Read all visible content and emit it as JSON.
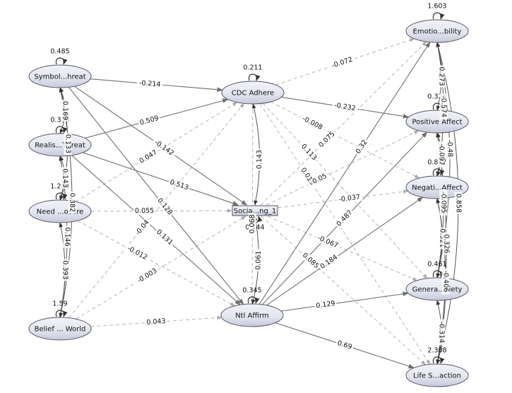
{
  "nodes": [
    {
      "id": "symbolic",
      "label": "Symbol...hreat",
      "variance": "0.485"
    },
    {
      "id": "realistic",
      "label": "Realis...Threat",
      "variance": "0.354"
    },
    {
      "id": "need",
      "label": "Need ...osure",
      "variance": "1.208"
    },
    {
      "id": "belief",
      "label": "Belief ... World",
      "variance": "1.59"
    },
    {
      "id": "cdc",
      "label": "CDC Adhere",
      "variance": "0.211"
    },
    {
      "id": "social",
      "label": "Socia...ng_1",
      "variance": "0.544"
    },
    {
      "id": "ntl",
      "label": "Ntl Affirm",
      "variance": "0.345"
    },
    {
      "id": "emotion",
      "label": "Emotio...bility",
      "variance": "1.603"
    },
    {
      "id": "positive",
      "label": "Positive Affect",
      "variance": "0.324"
    },
    {
      "id": "negative",
      "label": "Negati...Affect",
      "variance": "0.817"
    },
    {
      "id": "anxiety",
      "label": "Genera...xiety",
      "variance": "0.461"
    },
    {
      "id": "life",
      "label": "Life S...action",
      "variance": "2.308"
    }
  ],
  "edges": [
    {
      "from": "symbolic",
      "to": "cdc",
      "value": "-0.214",
      "style": "solid"
    },
    {
      "from": "realistic",
      "to": "cdc",
      "value": "0.509",
      "style": "solid"
    },
    {
      "from": "need",
      "to": "cdc",
      "value": "0.047",
      "style": "dashed"
    },
    {
      "from": "belief",
      "to": "cdc",
      "value": "-0.04",
      "style": "dashed"
    },
    {
      "from": "symbolic",
      "to": "social",
      "value": "-0.142",
      "style": "solid"
    },
    {
      "from": "realistic",
      "to": "social",
      "value": "0.513",
      "style": "solid"
    },
    {
      "from": "need",
      "to": "social",
      "value": "0.055",
      "style": "dashed"
    },
    {
      "from": "belief",
      "to": "social",
      "value": "-0.003",
      "style": "dashed"
    },
    {
      "from": "symbolic",
      "to": "ntl",
      "value": "0.128",
      "style": "solid"
    },
    {
      "from": "realistic",
      "to": "ntl",
      "value": "0.131",
      "style": "solid"
    },
    {
      "from": "need",
      "to": "ntl",
      "value": "-0.012",
      "style": "dashed"
    },
    {
      "from": "belief",
      "to": "ntl",
      "value": "0.043",
      "style": "dashed"
    },
    {
      "from": "cdc",
      "to": "emotion",
      "value": "-0.072",
      "style": "dashed"
    },
    {
      "from": "cdc",
      "to": "positive",
      "value": "-0.232",
      "style": "solid"
    },
    {
      "from": "cdc",
      "to": "negative",
      "value": "-0.008",
      "style": "dashed"
    },
    {
      "from": "cdc",
      "to": "anxiety",
      "value": "0.113",
      "style": "dashed"
    },
    {
      "from": "cdc",
      "to": "life",
      "value": "0.019",
      "style": "dashed"
    },
    {
      "from": "social",
      "to": "emotion",
      "value": "0.075",
      "style": "dashed"
    },
    {
      "from": "social",
      "to": "positive",
      "value": "0.05",
      "style": "dashed"
    },
    {
      "from": "social",
      "to": "negative",
      "value": "-0.037",
      "style": "dashed"
    },
    {
      "from": "social",
      "to": "anxiety",
      "value": "-0.067",
      "style": "dashed"
    },
    {
      "from": "social",
      "to": "life",
      "value": "0.085",
      "style": "dashed"
    },
    {
      "from": "ntl",
      "to": "emotion",
      "value": "0.32",
      "style": "solid"
    },
    {
      "from": "ntl",
      "to": "positive",
      "value": "0.487",
      "style": "solid"
    },
    {
      "from": "ntl",
      "to": "negative",
      "value": "0.184",
      "style": "solid"
    },
    {
      "from": "ntl",
      "to": "anxiety",
      "value": "0.129",
      "style": "solid"
    },
    {
      "from": "ntl",
      "to": "life",
      "value": "0.69",
      "style": "solid"
    },
    {
      "from": "cdc",
      "to": "ntl",
      "value": "0.068",
      "style": "dashed"
    }
  ],
  "covariances": [
    {
      "a": "symbolic",
      "b": "realistic",
      "value": "0.169"
    },
    {
      "a": "symbolic",
      "b": "need",
      "value": "0.133"
    },
    {
      "a": "realistic",
      "b": "need",
      "value": "0.143"
    },
    {
      "a": "symbolic",
      "b": "belief",
      "value": "0.382"
    },
    {
      "a": "realistic",
      "b": "belief",
      "value": "0.146"
    },
    {
      "a": "need",
      "b": "belief",
      "value": "0.393"
    },
    {
      "a": "cdc",
      "b": "social",
      "value": "0.143"
    },
    {
      "a": "social",
      "b": "ntl",
      "value": "0.061"
    },
    {
      "a": "emotion",
      "b": "positive",
      "value": "0.273"
    },
    {
      "a": "positive",
      "b": "negative",
      "value": "-0.097"
    },
    {
      "a": "emotion",
      "b": "negative",
      "value": "-0.574"
    },
    {
      "a": "positive",
      "b": "anxiety",
      "value": "-0.095"
    },
    {
      "a": "emotion",
      "b": "anxiety",
      "value": "-0.48"
    },
    {
      "a": "negative",
      "b": "anxiety",
      "value": "0.521"
    },
    {
      "a": "positive",
      "b": "life",
      "value": "0.326"
    },
    {
      "a": "emotion",
      "b": "life",
      "value": "0.858"
    },
    {
      "a": "negative",
      "b": "life",
      "value": "-0.406"
    },
    {
      "a": "anxiety",
      "b": "life",
      "value": "-0.314"
    }
  ],
  "colors": {
    "solid_edge": "#7a7a7a",
    "dashed_edge": "#b4b4b4",
    "node_fill": "#e3e5f0",
    "node_stroke": "#555566"
  }
}
